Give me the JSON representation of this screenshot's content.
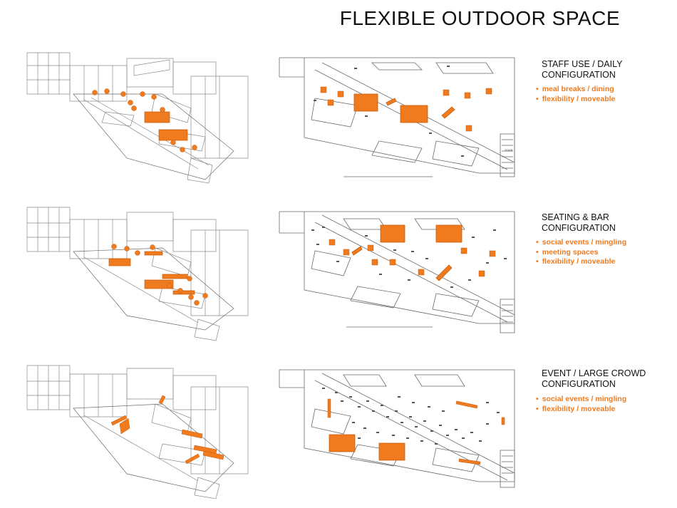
{
  "title": "FLEXIBLE OUTDOOR SPACE",
  "accent_color": "#f07a1e",
  "configurations": [
    {
      "title_lines": [
        "STAFF USE / DAILY",
        "CONFIGURATION"
      ],
      "bullets": [
        "meal breaks / dining",
        "flexibility / moveable"
      ]
    },
    {
      "title_lines": [
        "SEATING & BAR",
        "CONFIGURATION"
      ],
      "bullets": [
        "social events / mingling",
        "meeting spaces",
        "flexibility / moveable"
      ]
    },
    {
      "title_lines": [
        "EVENT / LARGE CROWD",
        "CONFIGURATION"
      ],
      "bullets": [
        "social events / mingling",
        "flexibility / moveable"
      ]
    }
  ],
  "stair_label": "STAIR"
}
